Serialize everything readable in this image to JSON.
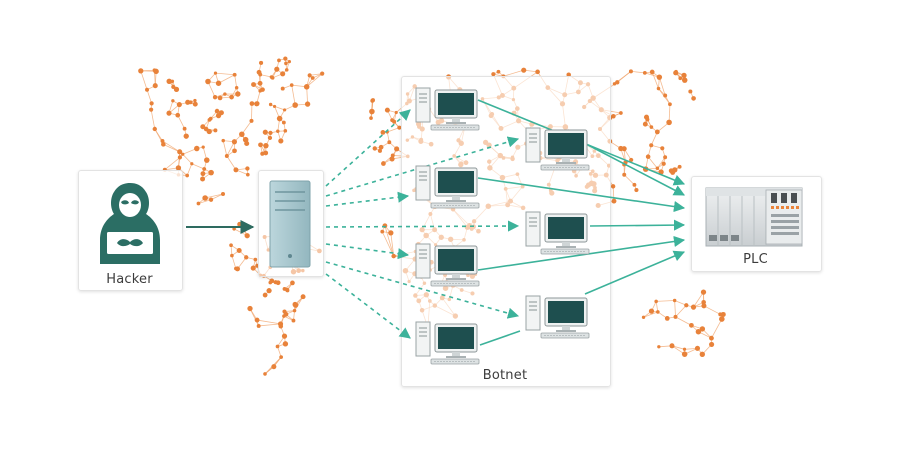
{
  "nodes": {
    "hacker": {
      "label": "Hacker"
    },
    "botnet": {
      "label": "Botnet"
    },
    "plc": {
      "label": "PLC"
    }
  },
  "colors": {
    "map_dots": "#e8823a",
    "map_lines": "#f0a46c",
    "arrow": "#3cb29a",
    "hacker_arrow": "#2e6b60",
    "hooded_figure": "#2b6e64",
    "server": "#a8c8cf",
    "monitor_screen": "#1e4f4f"
  },
  "icons": [
    "hooded-hacker-icon",
    "server-tower-icon",
    "desktop-computer-icon",
    "plc-device-icon",
    "world-map-network"
  ]
}
